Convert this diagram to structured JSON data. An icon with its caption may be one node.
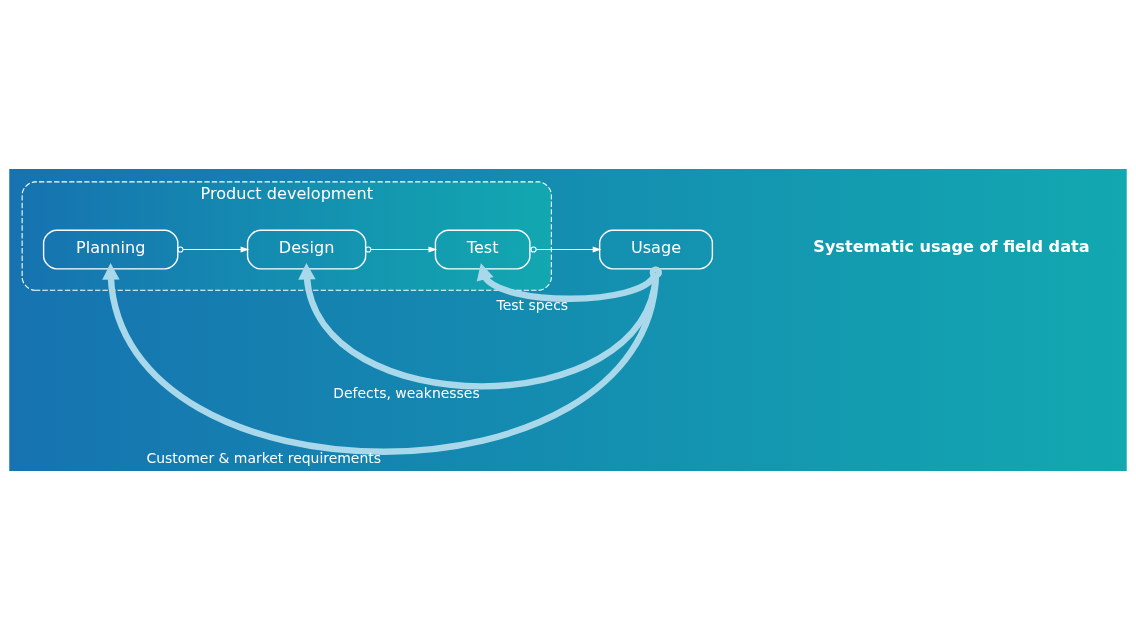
{
  "diagram": {
    "nodes": [
      {
        "text": [
          "Product development"
        ]
      },
      {
        "text": [
          "Planning"
        ],
        "in": 0
      },
      {
        "text": [
          "Design"
        ],
        "in": 0
      },
      {
        "text": [
          "Test"
        ],
        "in": 0
      },
      {
        "text": [
          "Usage"
        ]
      }
    ],
    "edges": [
      {
        "from": 1,
        "to": 2,
        "arrow": "to"
      },
      {
        "from": 2,
        "to": 3,
        "arrow": "to"
      },
      {
        "from": 3,
        "to": 4,
        "arrow": "to"
      },
      {
        "from": 4,
        "to": 1,
        "arrow": "to",
        "style": "thick",
        "color": "#a9d8ea",
        "label": "Customer & market requirements"
      },
      {
        "from": 4,
        "to": 2,
        "arrow": "to",
        "style": "thick",
        "color": "#a9d8ea",
        "label": "Defects, weaknesses"
      },
      {
        "from": 4,
        "to": 3,
        "arrow": "to",
        "style": "thick",
        "color": "#a9d8ea",
        "label": "Test specs"
      }
    ],
    "labels": [
      "Systematic usage of field data"
    ]
  }
}
